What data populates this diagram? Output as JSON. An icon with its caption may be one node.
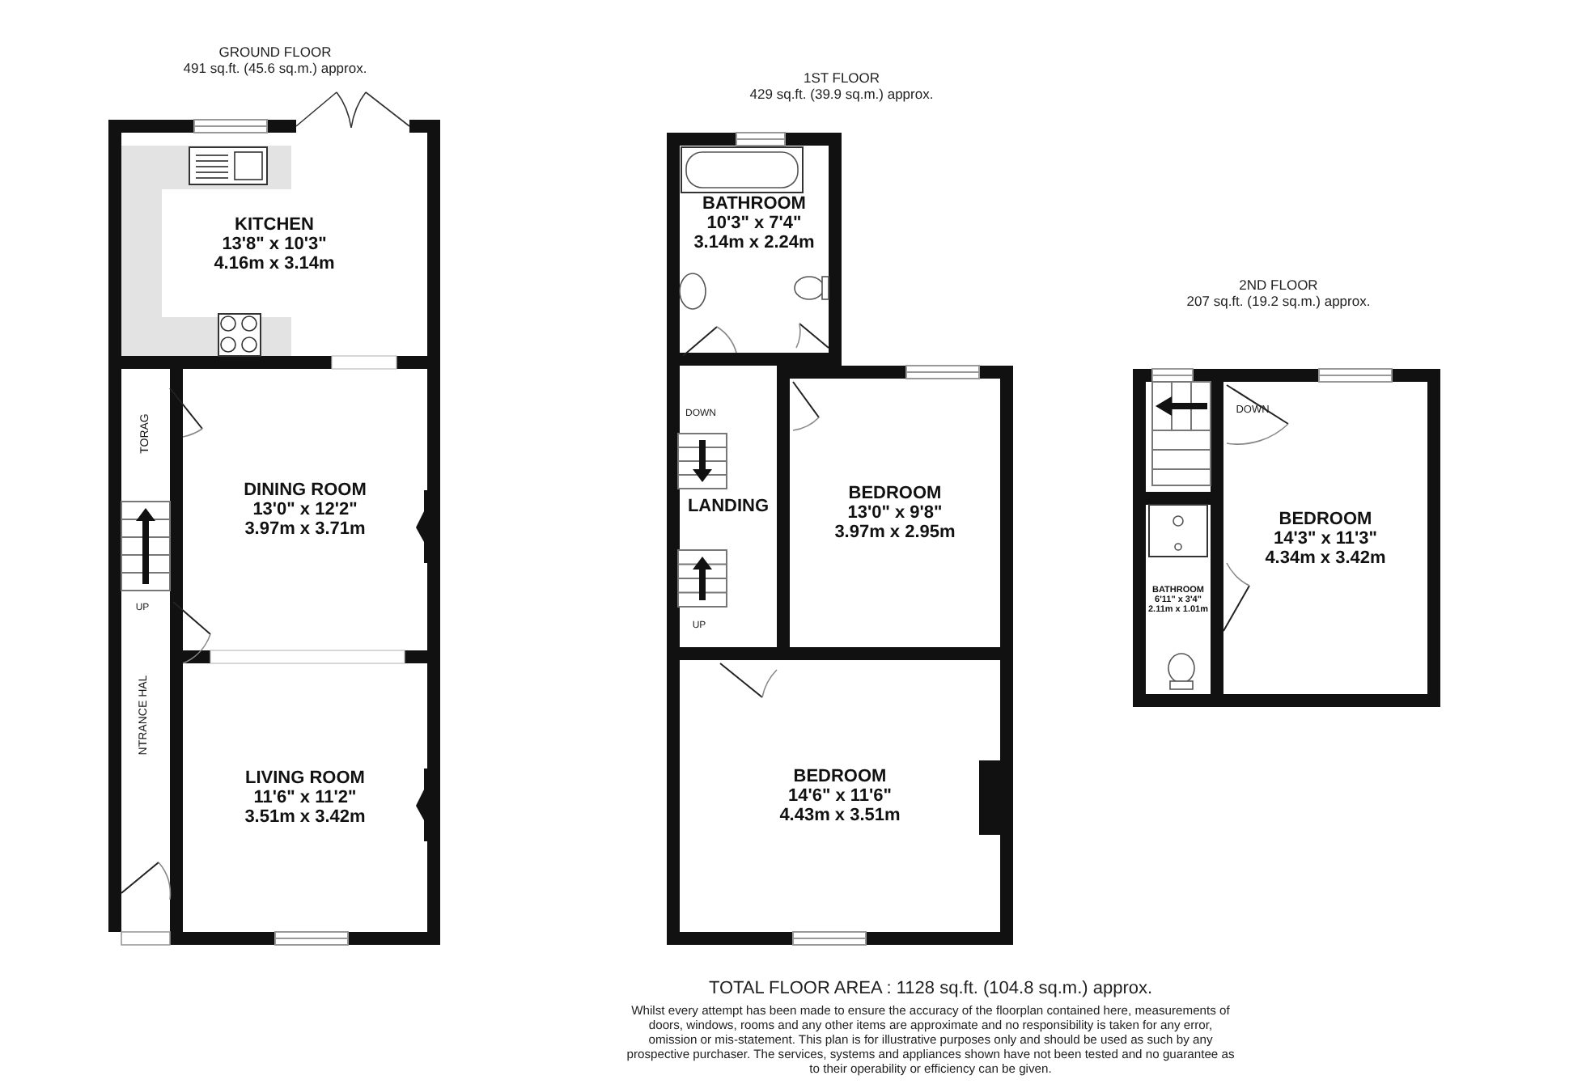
{
  "diagram": {
    "nodes": [
      {
        "text": [
          "KITCHEN",
          "13'8\" x 10'3\"",
          "4.16m x 3.14m"
        ]
      },
      {
        "text": [
          "TORAG"
        ]
      },
      {
        "text": [
          "DINING ROOM",
          "13'0\" x 12'2\"",
          "3.97m x 3.71m"
        ]
      },
      {
        "text": [
          "NTRANCE HAL"
        ]
      },
      {
        "text": [
          "LIVING ROOM",
          "11'6\" x 11'2\"",
          "3.51m x 3.42m"
        ]
      },
      {
        "text": [
          "BATHROOM",
          "10'3\" x 7'4\"",
          "3.14m x 2.24m"
        ]
      },
      {
        "text": [
          "LANDING"
        ]
      },
      {
        "text": [
          "BEDROOM",
          "13'0\" x 9'8\"",
          "3.97m x 2.95m"
        ]
      },
      {
        "text": [
          "BEDROOM",
          "14'6\" x 11'6\"",
          "4.43m x 3.51m"
        ]
      },
      {
        "text": [
          "BATHROOM",
          "6'11\" x 3'4\"",
          "2.11m x 1.01m"
        ]
      },
      {
        "text": [
          "BEDROOM",
          "14'3\" x 11'3\"",
          "4.34m x 3.42m"
        ]
      }
    ],
    "labels": [
      "GROUND FLOOR",
      "491 sq.ft. (45.6 sq.m.) approx.",
      "1ST FLOOR",
      "429 sq.ft. (39.9 sq.m.) approx.",
      "2ND FLOOR",
      "207 sq.ft. (19.2 sq.m.) approx.",
      "UP",
      "DOWN",
      "UP",
      "DOWN",
      "TOTAL FLOOR AREA : 1128 sq.ft. (104.8 sq.m.) approx.",
      "Whilst every attempt has been made to ensure the accuracy of the floorplan contained here, measurements of doors, windows, rooms and any other items are approximate and no responsibility is taken for any error, omission or mis-statement. This plan is for illustrative purposes only and should be used as such by any prospective purchaser. The services, systems and appliances shown have not been tested and no guarantee as to their operability or efficiency can be given."
    ]
  }
}
